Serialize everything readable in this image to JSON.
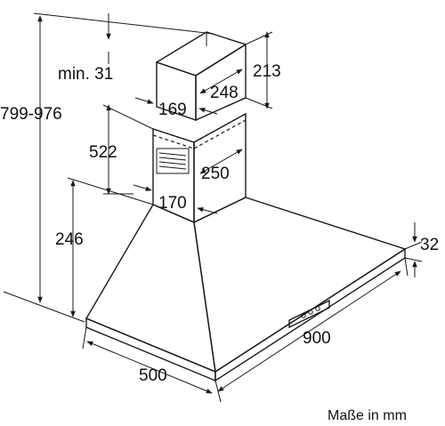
{
  "dimensions": {
    "height_total": "799-976",
    "min_gap": "min. 31",
    "chimney_upper_width": "169",
    "chimney_upper_depth": "248",
    "chimney_upper_height": "213",
    "chimney_lower_height": "522",
    "chimney_lower_depth": "250",
    "chimney_lower_width": "170",
    "hood_height": "246",
    "hood_thickness": "32",
    "hood_width": "900",
    "hood_depth": "500"
  },
  "caption": "Maße in mm"
}
